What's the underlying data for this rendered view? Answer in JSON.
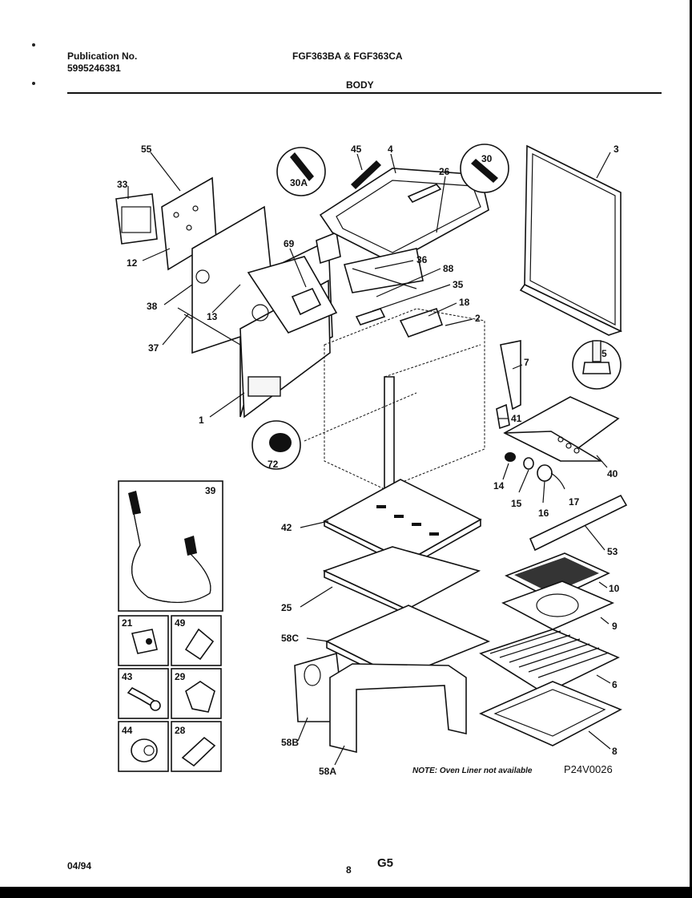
{
  "header": {
    "publication_label": "Publication No.",
    "publication_number": "5995246381",
    "models": "FGF363BA & FGF363CA",
    "section": "BODY"
  },
  "parts": {
    "p55": "55",
    "p33": "33",
    "p12": "12",
    "p38": "38",
    "p13": "13",
    "p37": "37",
    "p1": "1",
    "p69": "69",
    "p45": "45",
    "p4": "4",
    "p30A": "30A",
    "p26": "26",
    "p30": "30",
    "p3": "3",
    "p36": "36",
    "p88": "88",
    "p35": "35",
    "p18": "18",
    "p2": "2",
    "p5": "5",
    "p7": "7",
    "p41": "41",
    "p72": "72",
    "p40": "40",
    "p14": "14",
    "p15": "15",
    "p16": "16",
    "p17": "17",
    "p39": "39",
    "p42": "42",
    "p53": "53",
    "p10": "10",
    "p9": "9",
    "p25": "25",
    "p58C": "58C",
    "p6": "6",
    "p58B": "58B",
    "p58A": "58A",
    "p8": "8",
    "p21": "21",
    "p49": "49",
    "p43": "43",
    "p29": "29",
    "p44": "44",
    "p28": "28"
  },
  "note": "NOTE: Oven Liner not available",
  "drawing_code": "P24V0026",
  "footer": {
    "date": "04/94",
    "page": "8",
    "grid": "G5"
  }
}
